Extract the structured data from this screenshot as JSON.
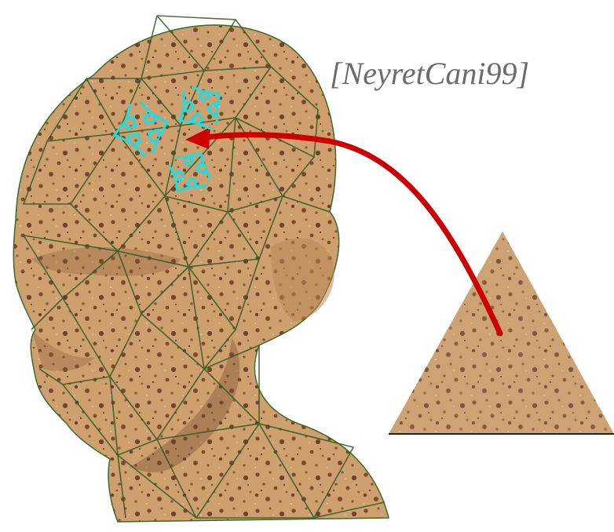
{
  "citation": "[NeyretCani99]",
  "colors": {
    "skin": "#cfa06f",
    "skin_dark": "#a87a4c",
    "pores": "#6e4326",
    "mesh_lines": "#2d5a1f",
    "arrow": "#cc0000",
    "markers": "#19e0e6"
  },
  "icons": [
    "head-mesh",
    "triangle-texture-patch",
    "mapping-arrow",
    "orientation-arrow-marker"
  ]
}
